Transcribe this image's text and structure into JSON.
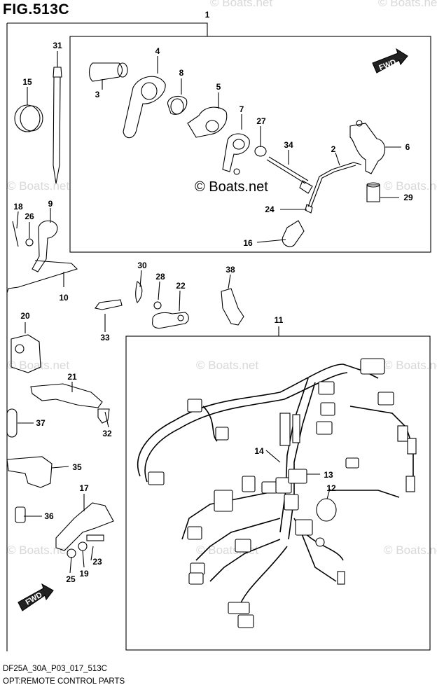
{
  "figure": {
    "title": "FIG.513C",
    "code": "DF25A_30A_P03_017_513C",
    "description": "OPT:REMOTE CONTROL PARTS"
  },
  "watermark": {
    "center_text": "© Boats.net",
    "repeat_text": "© Boats.net"
  },
  "fwd_label": "FWD",
  "callouts": [
    {
      "id": "c1",
      "label": "1"
    },
    {
      "id": "c2",
      "label": "2"
    },
    {
      "id": "c3",
      "label": "3"
    },
    {
      "id": "c4",
      "label": "4"
    },
    {
      "id": "c5",
      "label": "5"
    },
    {
      "id": "c6",
      "label": "6"
    },
    {
      "id": "c7",
      "label": "7"
    },
    {
      "id": "c8",
      "label": "8"
    },
    {
      "id": "c9",
      "label": "9"
    },
    {
      "id": "c10",
      "label": "10"
    },
    {
      "id": "c11",
      "label": "11"
    },
    {
      "id": "c12",
      "label": "12"
    },
    {
      "id": "c13",
      "label": "13"
    },
    {
      "id": "c14",
      "label": "14"
    },
    {
      "id": "c15",
      "label": "15"
    },
    {
      "id": "c16",
      "label": "16"
    },
    {
      "id": "c17",
      "label": "17"
    },
    {
      "id": "c18",
      "label": "18"
    },
    {
      "id": "c19",
      "label": "19"
    },
    {
      "id": "c20",
      "label": "20"
    },
    {
      "id": "c21",
      "label": "21"
    },
    {
      "id": "c22",
      "label": "22"
    },
    {
      "id": "c23",
      "label": "23"
    },
    {
      "id": "c24",
      "label": "24"
    },
    {
      "id": "c25",
      "label": "25"
    },
    {
      "id": "c26",
      "label": "26"
    },
    {
      "id": "c27",
      "label": "27"
    },
    {
      "id": "c28",
      "label": "28"
    },
    {
      "id": "c29",
      "label": "29"
    },
    {
      "id": "c30",
      "label": "30"
    },
    {
      "id": "c31",
      "label": "31"
    },
    {
      "id": "c32",
      "label": "32"
    },
    {
      "id": "c33",
      "label": "33"
    },
    {
      "id": "c34",
      "label": "34"
    },
    {
      "id": "c35",
      "label": "35"
    },
    {
      "id": "c36",
      "label": "36"
    },
    {
      "id": "c37",
      "label": "37"
    },
    {
      "id": "c38",
      "label": "38"
    }
  ]
}
